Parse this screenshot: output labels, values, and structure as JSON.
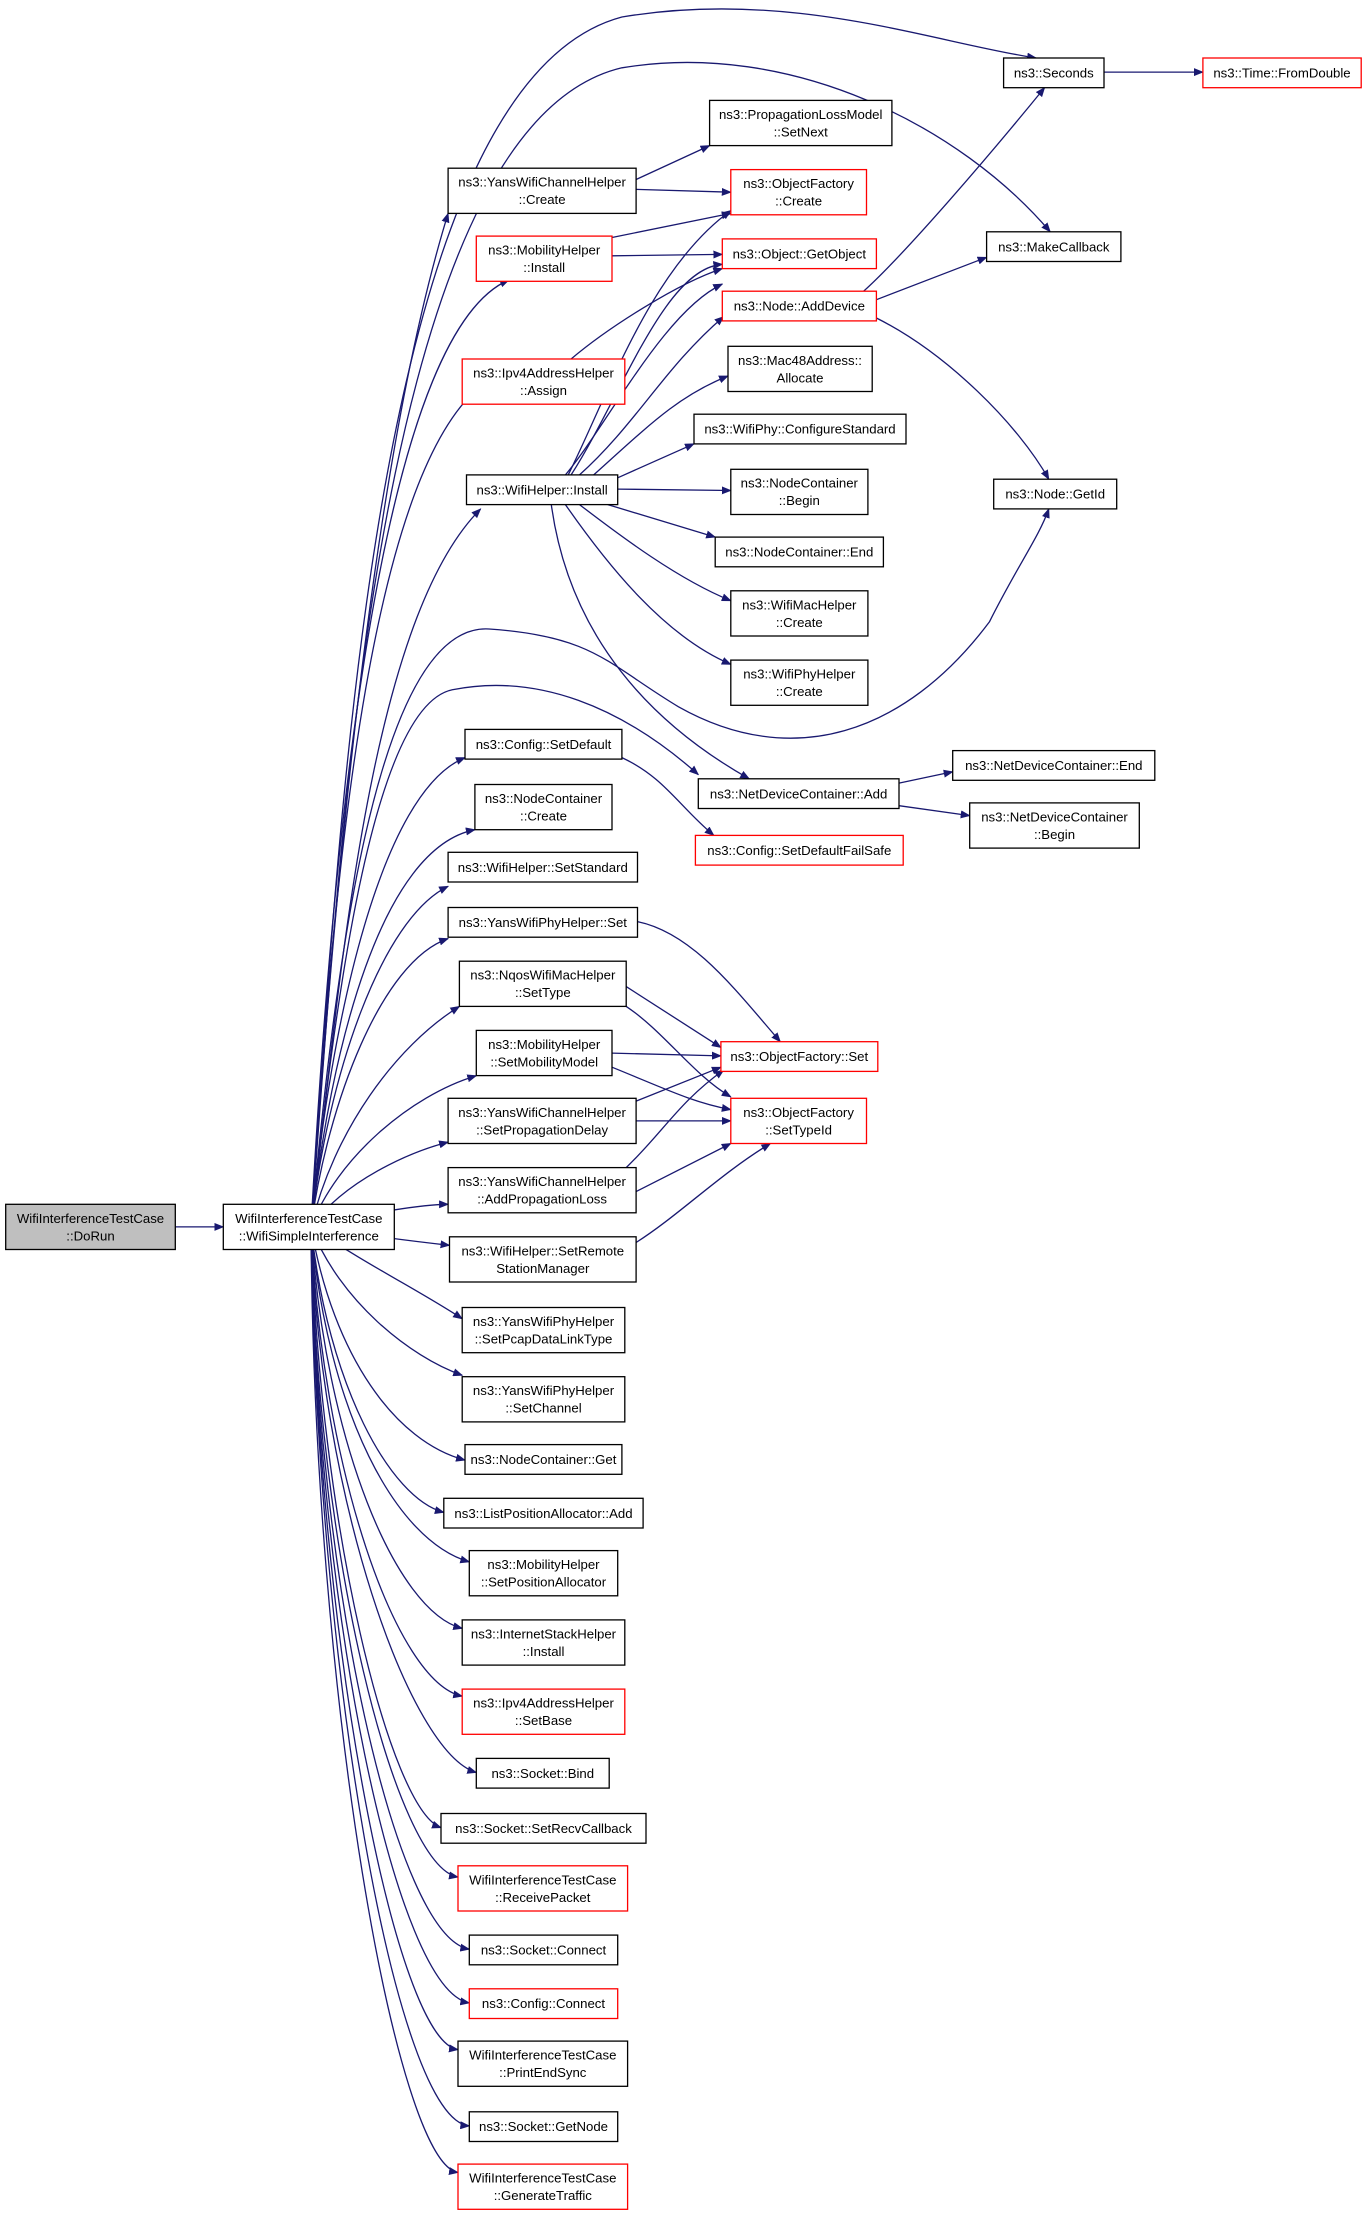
{
  "colors": {
    "edge": "#191970",
    "node_border": "#000000",
    "incomplete_border": "#ff0000",
    "root_fill": "#bfbfbf"
  },
  "nodes": [
    {
      "id": "doRun",
      "lines": [
        "WifiInterferenceTestCase",
        "::DoRun"
      ],
      "red": false,
      "root": true
    },
    {
      "id": "simple",
      "lines": [
        "WifiInterferenceTestCase",
        "::WifiSimpleInterference"
      ],
      "red": false
    },
    {
      "id": "seconds",
      "lines": [
        "ns3::Seconds"
      ],
      "red": false
    },
    {
      "id": "fromDouble",
      "lines": [
        "ns3::Time::FromDouble"
      ],
      "red": true
    },
    {
      "id": "propSetNext",
      "lines": [
        "ns3::PropagationLossModel",
        "::SetNext"
      ],
      "red": false
    },
    {
      "id": "yansChCreate",
      "lines": [
        "ns3::YansWifiChannelHelper",
        "::Create"
      ],
      "red": false
    },
    {
      "id": "ofCreate",
      "lines": [
        "ns3::ObjectFactory",
        "::Create"
      ],
      "red": true
    },
    {
      "id": "mobInstall",
      "lines": [
        "ns3::MobilityHelper",
        "::Install"
      ],
      "red": true
    },
    {
      "id": "getObject",
      "lines": [
        "ns3::Object::GetObject"
      ],
      "red": true
    },
    {
      "id": "makeCallback",
      "lines": [
        "ns3::MakeCallback"
      ],
      "red": false
    },
    {
      "id": "addDevice",
      "lines": [
        "ns3::Node::AddDevice"
      ],
      "red": true
    },
    {
      "id": "ipv4Assign",
      "lines": [
        "ns3::Ipv4AddressHelper",
        "::Assign"
      ],
      "red": true
    },
    {
      "id": "macAllocate",
      "lines": [
        "ns3::Mac48Address::",
        "Allocate"
      ],
      "red": false
    },
    {
      "id": "phyConfStd",
      "lines": [
        "ns3::WifiPhy::ConfigureStandard"
      ],
      "red": false
    },
    {
      "id": "wifiInstall",
      "lines": [
        "ns3::WifiHelper::Install"
      ],
      "red": false
    },
    {
      "id": "ncBegin",
      "lines": [
        "ns3::NodeContainer",
        "::Begin"
      ],
      "red": false
    },
    {
      "id": "getId",
      "lines": [
        "ns3::Node::GetId"
      ],
      "red": false
    },
    {
      "id": "ncEnd",
      "lines": [
        "ns3::NodeContainer::End"
      ],
      "red": false
    },
    {
      "id": "macHelperCreate",
      "lines": [
        "ns3::WifiMacHelper",
        "::Create"
      ],
      "red": false
    },
    {
      "id": "phyHelperCreate",
      "lines": [
        "ns3::WifiPhyHelper",
        "::Create"
      ],
      "red": false
    },
    {
      "id": "cfgSetDefault",
      "lines": [
        "ns3::Config::SetDefault"
      ],
      "red": false
    },
    {
      "id": "ndcEnd",
      "lines": [
        "ns3::NetDeviceContainer::End"
      ],
      "red": false
    },
    {
      "id": "ndcAdd",
      "lines": [
        "ns3::NetDeviceContainer::Add"
      ],
      "red": false
    },
    {
      "id": "ncCreate",
      "lines": [
        "ns3::NodeContainer",
        "::Create"
      ],
      "red": false
    },
    {
      "id": "ndcBegin",
      "lines": [
        "ns3::NetDeviceContainer",
        "::Begin"
      ],
      "red": false
    },
    {
      "id": "cfgFailSafe",
      "lines": [
        "ns3::Config::SetDefaultFailSafe"
      ],
      "red": true
    },
    {
      "id": "setStandard",
      "lines": [
        "ns3::WifiHelper::SetStandard"
      ],
      "red": false
    },
    {
      "id": "yansPhySet",
      "lines": [
        "ns3::YansWifiPhyHelper::Set"
      ],
      "red": false
    },
    {
      "id": "nqosSetType",
      "lines": [
        "ns3::NqosWifiMacHelper",
        "::SetType"
      ],
      "red": false
    },
    {
      "id": "mobSetModel",
      "lines": [
        "ns3::MobilityHelper",
        "::SetMobilityModel"
      ],
      "red": false
    },
    {
      "id": "ofSet",
      "lines": [
        "ns3::ObjectFactory::Set"
      ],
      "red": true
    },
    {
      "id": "yansChSetDelay",
      "lines": [
        "ns3::YansWifiChannelHelper",
        "::SetPropagationDelay"
      ],
      "red": false
    },
    {
      "id": "ofSetTypeId",
      "lines": [
        "ns3::ObjectFactory",
        "::SetTypeId"
      ],
      "red": true
    },
    {
      "id": "yansChAddLoss",
      "lines": [
        "ns3::YansWifiChannelHelper",
        "::AddPropagationLoss"
      ],
      "red": false
    },
    {
      "id": "setRemote",
      "lines": [
        "ns3::WifiHelper::SetRemote",
        "StationManager"
      ],
      "red": false
    },
    {
      "id": "pcapDlt",
      "lines": [
        "ns3::YansWifiPhyHelper",
        "::SetPcapDataLinkType"
      ],
      "red": false
    },
    {
      "id": "setChannel",
      "lines": [
        "ns3::YansWifiPhyHelper",
        "::SetChannel"
      ],
      "red": false
    },
    {
      "id": "ncGet",
      "lines": [
        "ns3::NodeContainer::Get"
      ],
      "red": false
    },
    {
      "id": "listPosAdd",
      "lines": [
        "ns3::ListPositionAllocator::Add"
      ],
      "red": false
    },
    {
      "id": "mobSetPosAlloc",
      "lines": [
        "ns3::MobilityHelper",
        "::SetPositionAllocator"
      ],
      "red": false
    },
    {
      "id": "inetInstall",
      "lines": [
        "ns3::InternetStackHelper",
        "::Install"
      ],
      "red": false
    },
    {
      "id": "ipv4SetBase",
      "lines": [
        "ns3::Ipv4AddressHelper",
        "::SetBase"
      ],
      "red": true
    },
    {
      "id": "sockBind",
      "lines": [
        "ns3::Socket::Bind"
      ],
      "red": false
    },
    {
      "id": "sockRecvCb",
      "lines": [
        "ns3::Socket::SetRecvCallback"
      ],
      "red": false
    },
    {
      "id": "recvPacket",
      "lines": [
        "WifiInterferenceTestCase",
        "::ReceivePacket"
      ],
      "red": true
    },
    {
      "id": "sockConnect",
      "lines": [
        "ns3::Socket::Connect"
      ],
      "red": false
    },
    {
      "id": "cfgConnect",
      "lines": [
        "ns3::Config::Connect"
      ],
      "red": true
    },
    {
      "id": "printEndSync",
      "lines": [
        "WifiInterferenceTestCase",
        "::PrintEndSync"
      ],
      "red": false
    },
    {
      "id": "sockGetNode",
      "lines": [
        "ns3::Socket::GetNode"
      ],
      "red": false
    },
    {
      "id": "genTraffic",
      "lines": [
        "WifiInterferenceTestCase",
        "::GenerateTraffic"
      ],
      "red": true
    }
  ]
}
